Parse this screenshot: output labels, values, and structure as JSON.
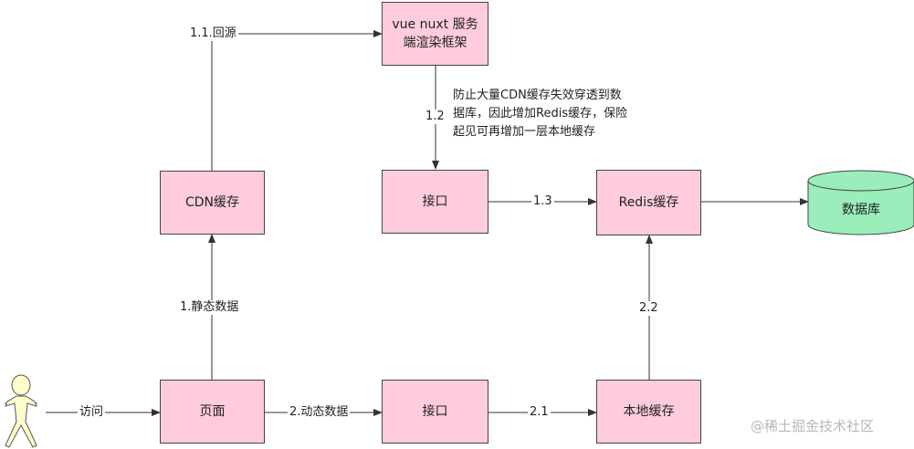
{
  "nodes": {
    "vue_nuxt": "vue nuxt 服务\n端渲染框架",
    "cdn_cache": "CDN缓存",
    "api_top": "接口",
    "redis_cache": "Redis缓存",
    "database": "数据库",
    "page": "页面",
    "api_bottom": "接口",
    "local_cache": "本地缓存"
  },
  "edges": {
    "e_1_1": "1.1.回源",
    "e_1_2": "1.2",
    "e_1_3": "1.3",
    "e_1_static": "1.静态数据",
    "e_visit": "访问",
    "e_2_dynamic": "2.动态数据",
    "e_2_1": "2.1",
    "e_2_2": "2.2"
  },
  "note": "防止大量CDN缓存失效穿透到数\n据库，因此增加Redis缓存，保险\n起见可再增加一层本地缓存",
  "watermark": "@稀土掘金技术社区",
  "colors": {
    "box_fill": "#ffccdd",
    "db_fill": "#99eebb",
    "actor_fill": "#ffffcc",
    "line": "#333333"
  },
  "icons": {
    "actor": "stick-figure-user-icon",
    "database": "cylinder-database-icon"
  }
}
